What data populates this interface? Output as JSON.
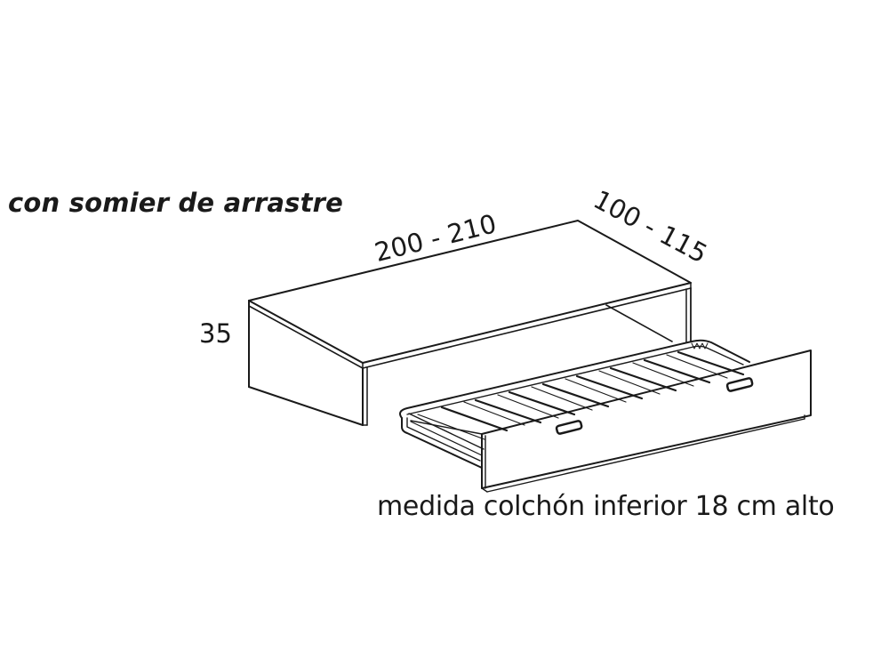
{
  "drawing": {
    "title": "con somier de arrastre",
    "dimensions": {
      "length": "200 - 210",
      "width": "100 - 115",
      "height": "35"
    },
    "caption": "medida colchón inferior 18 cm alto",
    "components": [
      "bed-frame",
      "trundle-slatted-base",
      "trundle-front-panel",
      "handle-left",
      "handle-right"
    ],
    "line_color": "#1a1a1a",
    "background_color": "#ffffff"
  }
}
